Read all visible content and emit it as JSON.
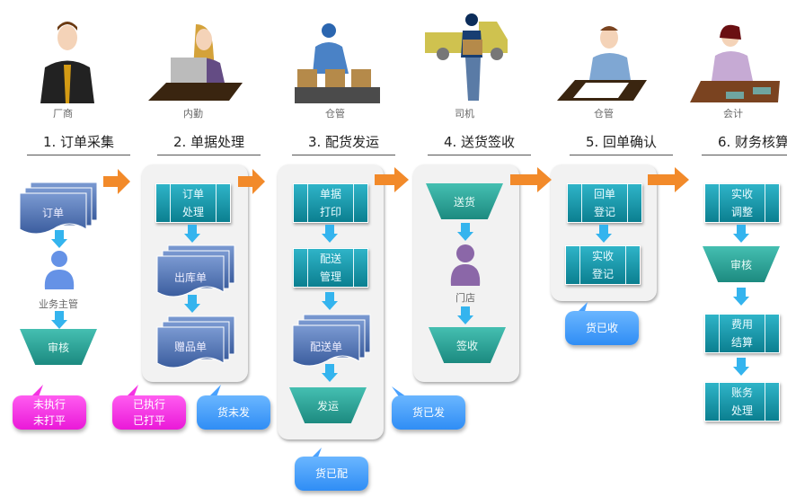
{
  "roles": [
    "厂商",
    "内勤",
    "仓管",
    "司机",
    "仓管",
    "会计"
  ],
  "steps": [
    "1. 订单采集",
    "2. 单据处理",
    "3. 配货发运",
    "4. 送货签收",
    "5. 回单确认",
    "6. 财务核算"
  ],
  "stage1": {
    "doc": "订单",
    "person": "业务主管",
    "review": "审核",
    "callout": "未执行\n未打平"
  },
  "stage2": {
    "proc": "订单\n处理",
    "doc1": "出库单",
    "doc2": "赠品单",
    "callout_pink": "已执行\n已打平",
    "callout_blue": "货未发"
  },
  "stage3": {
    "proc1": "单据\n打印",
    "proc2": "配送\n管理",
    "doc": "配送单",
    "ship": "发运",
    "callout": "货已配"
  },
  "stage4": {
    "deliver": "送货",
    "person": "门店",
    "sign": "签收",
    "callout": "货已发"
  },
  "stage5": {
    "proc1": "回单\n登记",
    "proc2": "实收\n登记",
    "callout": "货已收"
  },
  "stage6": {
    "proc1": "实收\n调整",
    "review": "审核",
    "proc2": "费用\n结算",
    "proc3": "账务\n处理"
  },
  "colors": {
    "arrow": "#f28a2a",
    "down_arrow": "#34b4ee",
    "process": "#1a9cb0",
    "trap": "#2aa597",
    "doc": "#5a7fbf",
    "pink": "#f533e3",
    "blue": "#4aa2ff"
  }
}
